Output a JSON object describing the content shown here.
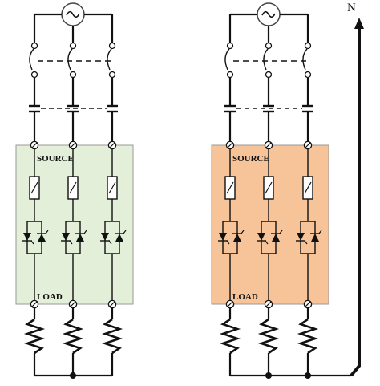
{
  "diagram": {
    "neutral_label": "N",
    "panels": [
      {
        "source_label": "SOURCE",
        "load_label": "LOAD",
        "fill": "#e3efd8"
      },
      {
        "source_label": "SOURCE",
        "load_label": "LOAD",
        "fill": "#f7c49a"
      }
    ],
    "colors": {
      "wire": "#111111",
      "ac_symbol": "#444444"
    }
  }
}
